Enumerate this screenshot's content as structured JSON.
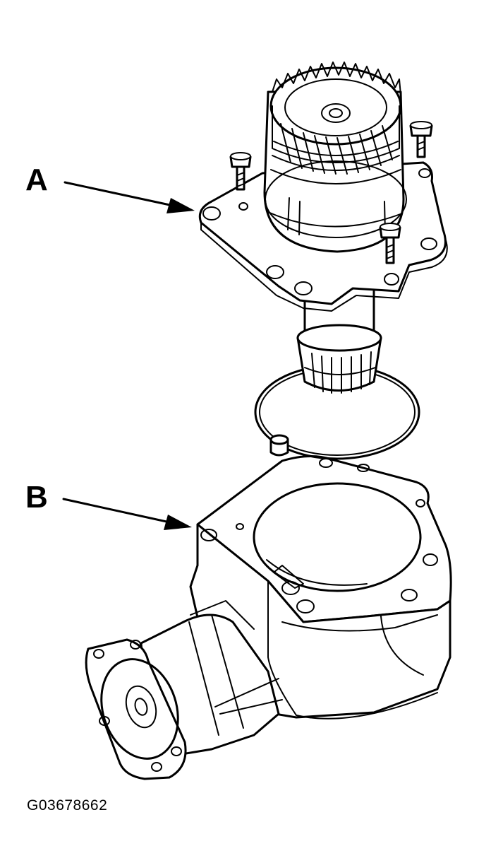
{
  "callouts": {
    "a": "A",
    "b": "B"
  },
  "figure_code": "G03678662",
  "colors": {
    "line": "#000000",
    "background": "#ffffff"
  }
}
